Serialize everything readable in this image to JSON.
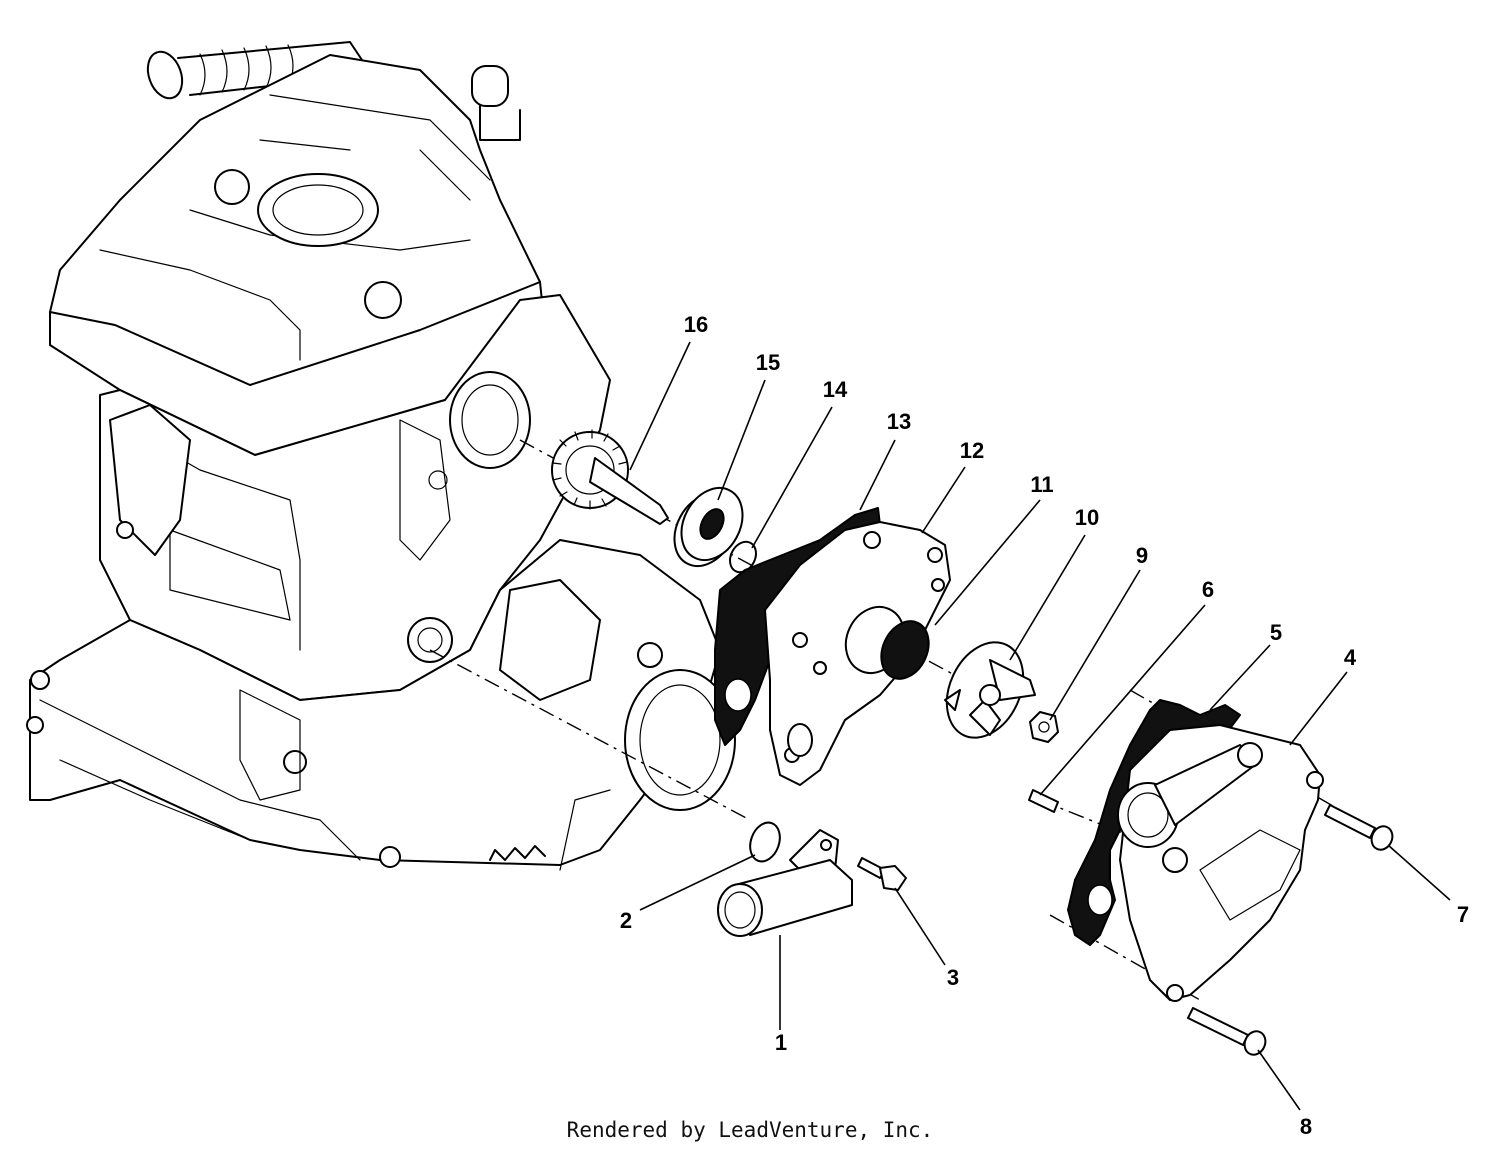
{
  "callouts": [
    "1",
    "2",
    "3",
    "4",
    "5",
    "6",
    "7",
    "8",
    "9",
    "10",
    "11",
    "12",
    "13",
    "14",
    "15",
    "16"
  ],
  "credit": "Rendered by LeadVenture, Inc."
}
